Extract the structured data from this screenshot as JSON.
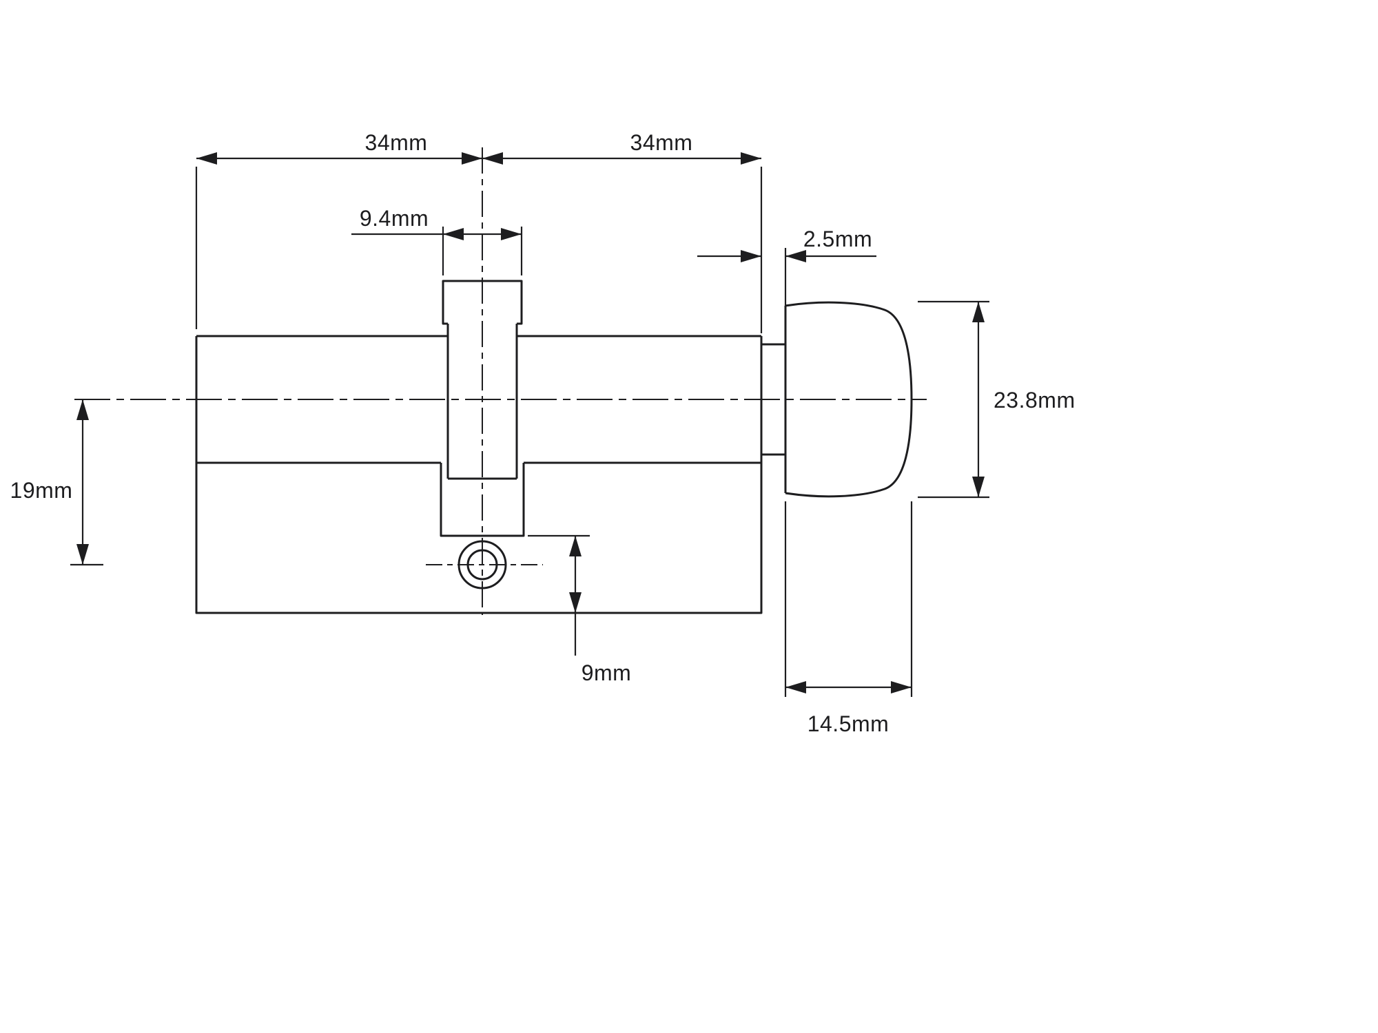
{
  "drawing": {
    "type": "technical-dimension-drawing",
    "subject": "Euro profile double cylinder with thumbturn - side elevation",
    "background_color": "#ffffff",
    "line_color": "#1d1d1f"
  },
  "dimensions": {
    "left_body_length": "34mm",
    "right_body_length": "34mm",
    "cam_width": "9.4mm",
    "collar_width": "2.5mm",
    "thumbturn_diameter": "23.8mm",
    "axis_to_screw_center": "19mm",
    "cam_to_base": "9mm",
    "thumbturn_length": "14.5mm"
  }
}
